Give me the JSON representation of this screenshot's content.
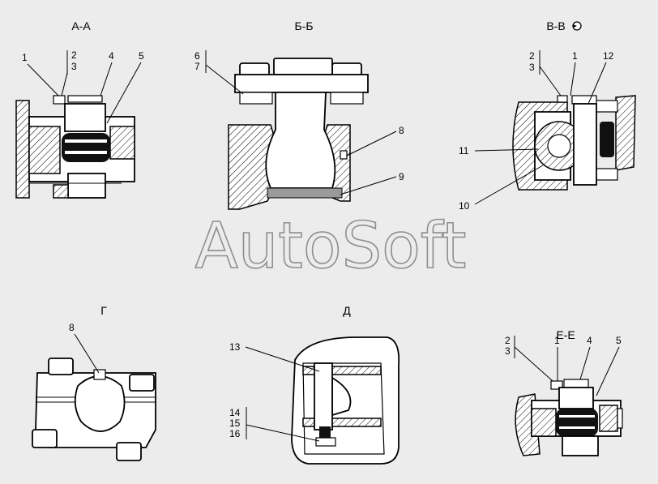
{
  "sections": {
    "aa": "А-А",
    "bb": "Б-Б",
    "vv": "В-В",
    "g": "Г",
    "d": "Д",
    "ee": "Е-Е"
  },
  "watermark": "AutoSoft",
  "callouts": {
    "aa": [
      "1",
      "2",
      "3",
      "4",
      "5"
    ],
    "bb": [
      "6",
      "7",
      "8",
      "9"
    ],
    "vv": [
      "2",
      "3",
      "1",
      "12",
      "11",
      "10"
    ],
    "g": [
      "8"
    ],
    "d": [
      "13",
      "14",
      "15",
      "16"
    ],
    "ee": [
      "2",
      "3",
      "1",
      "4",
      "5"
    ]
  },
  "icons": {
    "rotation_mark": "rotation-mark-icon"
  },
  "colors": {
    "background": "#ececec",
    "line": "#000000",
    "watermark": "#8e8e8e"
  }
}
